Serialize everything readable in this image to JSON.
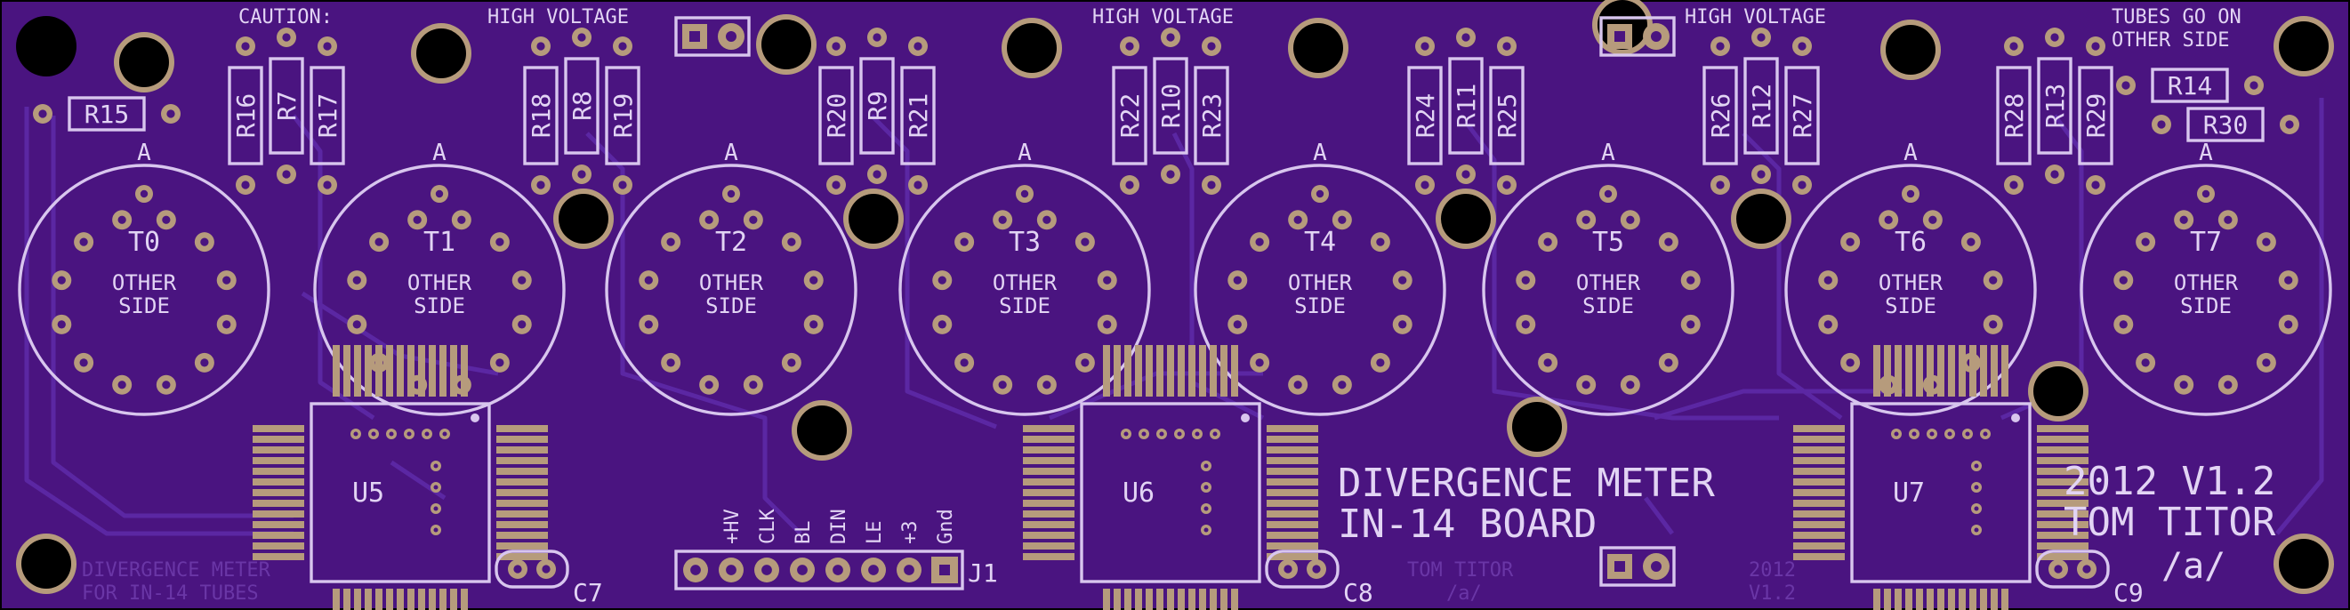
{
  "colors": {
    "board": "#4a1480",
    "trace": "#5b27a3",
    "silkscreen": "#d8c6ee",
    "pad": "#b69b7c",
    "mount_hole": "#000000",
    "ghost_text": "#6a36a6"
  },
  "labels": {
    "caution": "CAUTION:",
    "high_voltage": "HIGH VOLTAGE",
    "tubes_note_1": "TUBES GO ON",
    "tubes_note_2": "OTHER SIDE",
    "title_1": "DIVERGENCE METER",
    "title_2": "IN-14 BOARD",
    "version_1": "2012 V1.2",
    "version_2": "TOM TITOR",
    "sig": "/a/",
    "ghost_1": "DIVERGENCE METER",
    "ghost_2": "FOR IN-14 TUBES",
    "ghost_3": "TOM TITOR",
    "ghost_4": "/a/",
    "ghost_5": "2012",
    "ghost_6": "V1.2"
  },
  "tubes": [
    {
      "name": "T0",
      "anode": "A",
      "note_1": "OTHER",
      "note_2": "SIDE"
    },
    {
      "name": "T1",
      "anode": "A",
      "note_1": "OTHER",
      "note_2": "SIDE"
    },
    {
      "name": "T2",
      "anode": "A",
      "note_1": "OTHER",
      "note_2": "SIDE"
    },
    {
      "name": "T3",
      "anode": "A",
      "note_1": "OTHER",
      "note_2": "SIDE"
    },
    {
      "name": "T4",
      "anode": "A",
      "note_1": "OTHER",
      "note_2": "SIDE"
    },
    {
      "name": "T5",
      "anode": "A",
      "note_1": "OTHER",
      "note_2": "SIDE"
    },
    {
      "name": "T6",
      "anode": "A",
      "note_1": "OTHER",
      "note_2": "SIDE"
    },
    {
      "name": "T7",
      "anode": "A",
      "note_1": "OTHER",
      "note_2": "SIDE"
    }
  ],
  "resistors": {
    "groups": [
      [
        "R16",
        "R7",
        "R17"
      ],
      [
        "R18",
        "R8",
        "R19"
      ],
      [
        "R20",
        "R9",
        "R21"
      ],
      [
        "R22",
        "R10",
        "R23"
      ],
      [
        "R24",
        "R11",
        "R25"
      ],
      [
        "R26",
        "R12",
        "R27"
      ],
      [
        "R28",
        "R13",
        "R29"
      ]
    ],
    "horizontal": [
      "R15",
      "R14",
      "R30"
    ]
  },
  "chips": [
    "U5",
    "U6",
    "U7"
  ],
  "capacitors": [
    "C7",
    "C8",
    "C9"
  ],
  "connector": {
    "name": "J1",
    "pins": [
      "+HV",
      "CLK",
      "BL",
      "DIN",
      "LE",
      "+3",
      "Gnd"
    ]
  }
}
